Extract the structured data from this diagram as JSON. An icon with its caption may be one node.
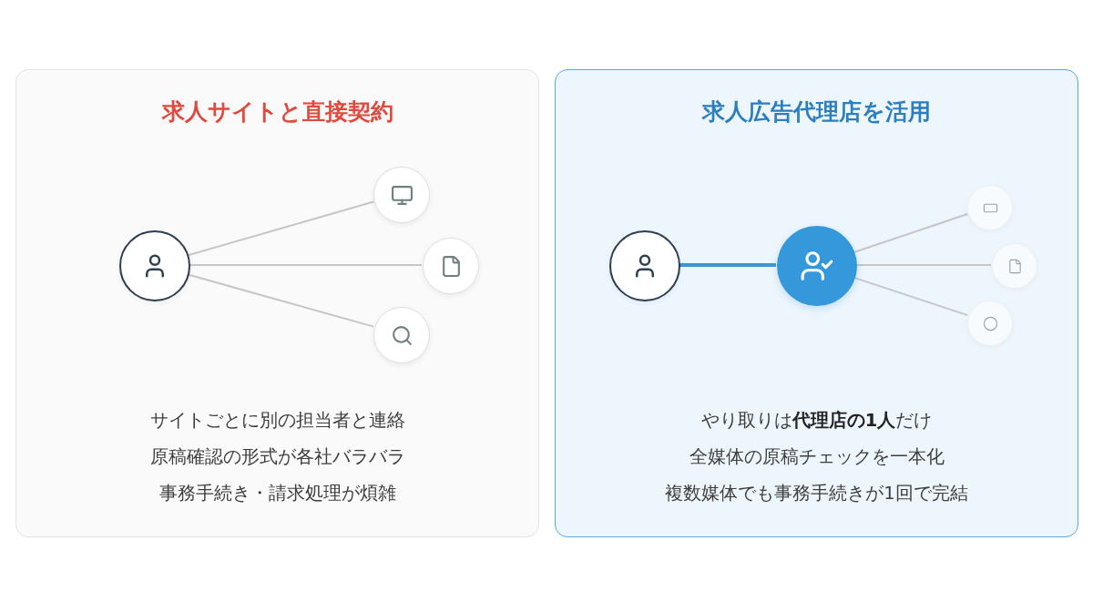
{
  "diagram": {
    "nodes": [
      {
        "text": [
          "求人サイトと直接契約",
          "サイトごとに別の担当者と連絡",
          "原稿確認の形式が各社バラバラ",
          "事務手続き・請求処理が煩雑"
        ]
      },
      {
        "text": [],
        "shape": "circle",
        "in": 0
      },
      {
        "text": [],
        "shape": "circle",
        "in": 0
      },
      {
        "text": [],
        "shape": "circle",
        "in": 0
      },
      {
        "text": [],
        "shape": "circle",
        "in": 0
      },
      {
        "text": [
          "求人広告代理店を活用",
          "やり取りは**代理店の1人**だけ",
          "全媒体の原稿チェックを一本化",
          "複数媒体でも事務手続きが1回で完結"
        ]
      },
      {
        "text": [],
        "shape": "circle",
        "in": 5
      },
      {
        "text": [],
        "shape": "circle",
        "in": 5
      },
      {
        "text": [],
        "shape": "circle",
        "in": 5
      },
      {
        "text": [],
        "shape": "circle",
        "in": 5
      },
      {
        "text": [],
        "shape": "circle",
        "in": 5
      }
    ],
    "edges": [
      {
        "from": 1,
        "to": 2,
        "arrow": "none"
      },
      {
        "from": 1,
        "to": 3,
        "arrow": "none"
      },
      {
        "from": 1,
        "to": 4,
        "arrow": "none"
      },
      {
        "from": 6,
        "to": 7,
        "arrow": "none",
        "style": "thick",
        "color": "#3a97d4"
      },
      {
        "from": 7,
        "to": 8,
        "arrow": "none"
      },
      {
        "from": 7,
        "to": 9,
        "arrow": "none"
      },
      {
        "from": 7,
        "to": 10,
        "arrow": "none"
      }
    ]
  }
}
